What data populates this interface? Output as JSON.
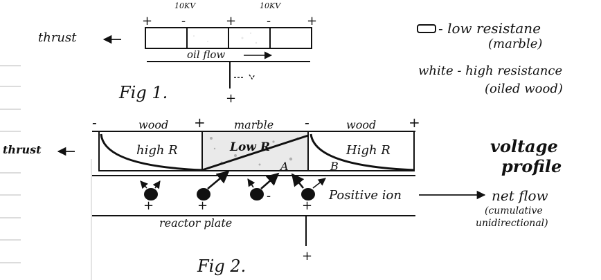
{
  "fig1": {
    "caption": "Fig 1.",
    "voltage_labels": [
      "10KV",
      "10KV"
    ],
    "top_signs": [
      "+",
      "-",
      "+",
      "-",
      "+"
    ],
    "bottom_sign": "+",
    "thrust_label": "thrust",
    "flow_label": "oil flow"
  },
  "legend": {
    "low_line1": "- low resistane",
    "low_line2": "(marble)",
    "high_line1": "white - high resistance",
    "high_line2": "(oiled wood)"
  },
  "fig2": {
    "caption": "Fig 2.",
    "thrust_label": "thrust",
    "segment_labels": [
      "wood",
      "marble",
      "wood"
    ],
    "signs_top": [
      "-",
      "+",
      "-",
      "+"
    ],
    "block_labels": [
      "high R",
      "Low R",
      "High R"
    ],
    "point_labels": [
      "A",
      "B"
    ],
    "voltage_profile_line1": "voltage",
    "voltage_profile_line2": "profile",
    "ion_label": "Positive ion",
    "net_flow_label": "net flow",
    "cumulative_line1": "(cumulative",
    "cumulative_line2": "unidirectional)",
    "plate_label": "reactor plate",
    "ion_signs": [
      "+",
      "+",
      "-",
      "+"
    ],
    "plate_sign": "+"
  }
}
